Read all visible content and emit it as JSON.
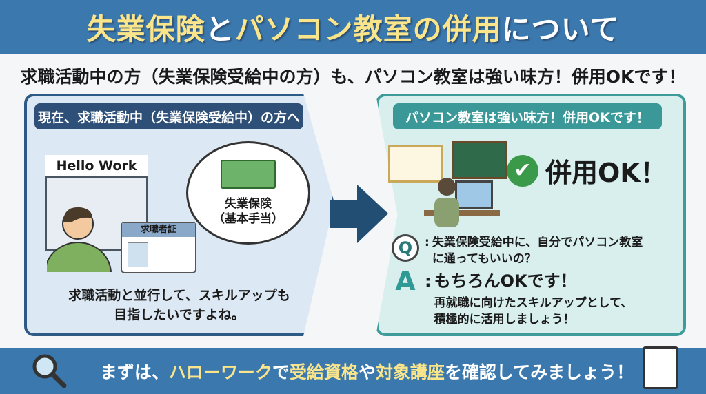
{
  "header": {
    "title_parts": [
      "失業保険",
      "と",
      "パソコン教室の併用",
      "について"
    ]
  },
  "subtitle": "求職活動中の方（失業保険受給中の方）も、パソコン教室は強い味方！併用OKです！",
  "left_panel": {
    "tag": "現在、求職活動中（失業保険受給中）の方へ",
    "building_sign": "Hello Work",
    "bubble_text": [
      "失業保険",
      "（基本手当）"
    ],
    "card_label": "求職者証",
    "caption": [
      "求職活動と並行して、スキルアップも",
      "目指したいですよね。"
    ]
  },
  "right_panel": {
    "tag": "パソコン教室は強い味方！併用OKです！",
    "ok_label": "併用OK！",
    "q_mark": "Q",
    "a_mark": "A",
    "question": [
      "失業保険受給中に、自分でパソコン教室",
      "に通ってもいいの？"
    ],
    "answer_title": "もちろんOKです！",
    "answer": [
      "再就職に向けたスキルアップとして、",
      "積極的に活用しましょう！"
    ]
  },
  "footer": {
    "parts": [
      "まずは、",
      "ハローワーク",
      "で",
      "受給資格",
      "や",
      "対象講座",
      "を確認してみましょう！"
    ]
  }
}
